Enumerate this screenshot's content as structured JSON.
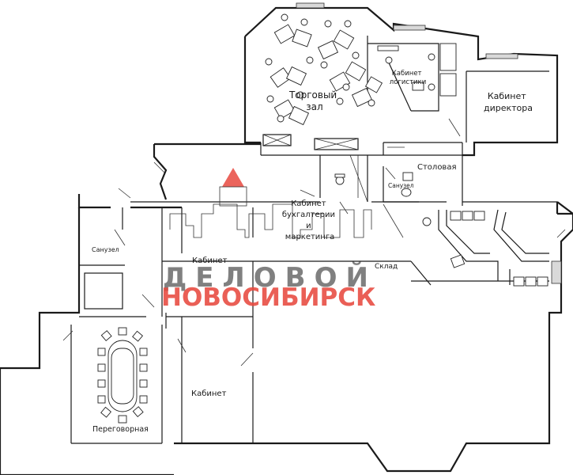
{
  "rooms": {
    "sales_hall": [
      "Торговый",
      "зал"
    ],
    "logistics": [
      "Кабинет",
      "логистики"
    ],
    "director": [
      "Кабинет",
      "директора"
    ],
    "canteen": "Столовая",
    "wc_small": "Санузел",
    "wc_left": "Санузел",
    "accounting": [
      "Кабинет",
      "бухгалтерии",
      "и",
      "маркетинга"
    ],
    "office_center": "Кабинет",
    "warehouse": "Склад",
    "office_bottom": "Кабинет",
    "meeting": "Переговорная"
  },
  "watermark": {
    "line1": "ДЕЛОВОЙ",
    "line2": "НОВОСИБИРСК",
    "colors": {
      "gray": "#6a6a6a",
      "red": "#e8493f"
    }
  }
}
